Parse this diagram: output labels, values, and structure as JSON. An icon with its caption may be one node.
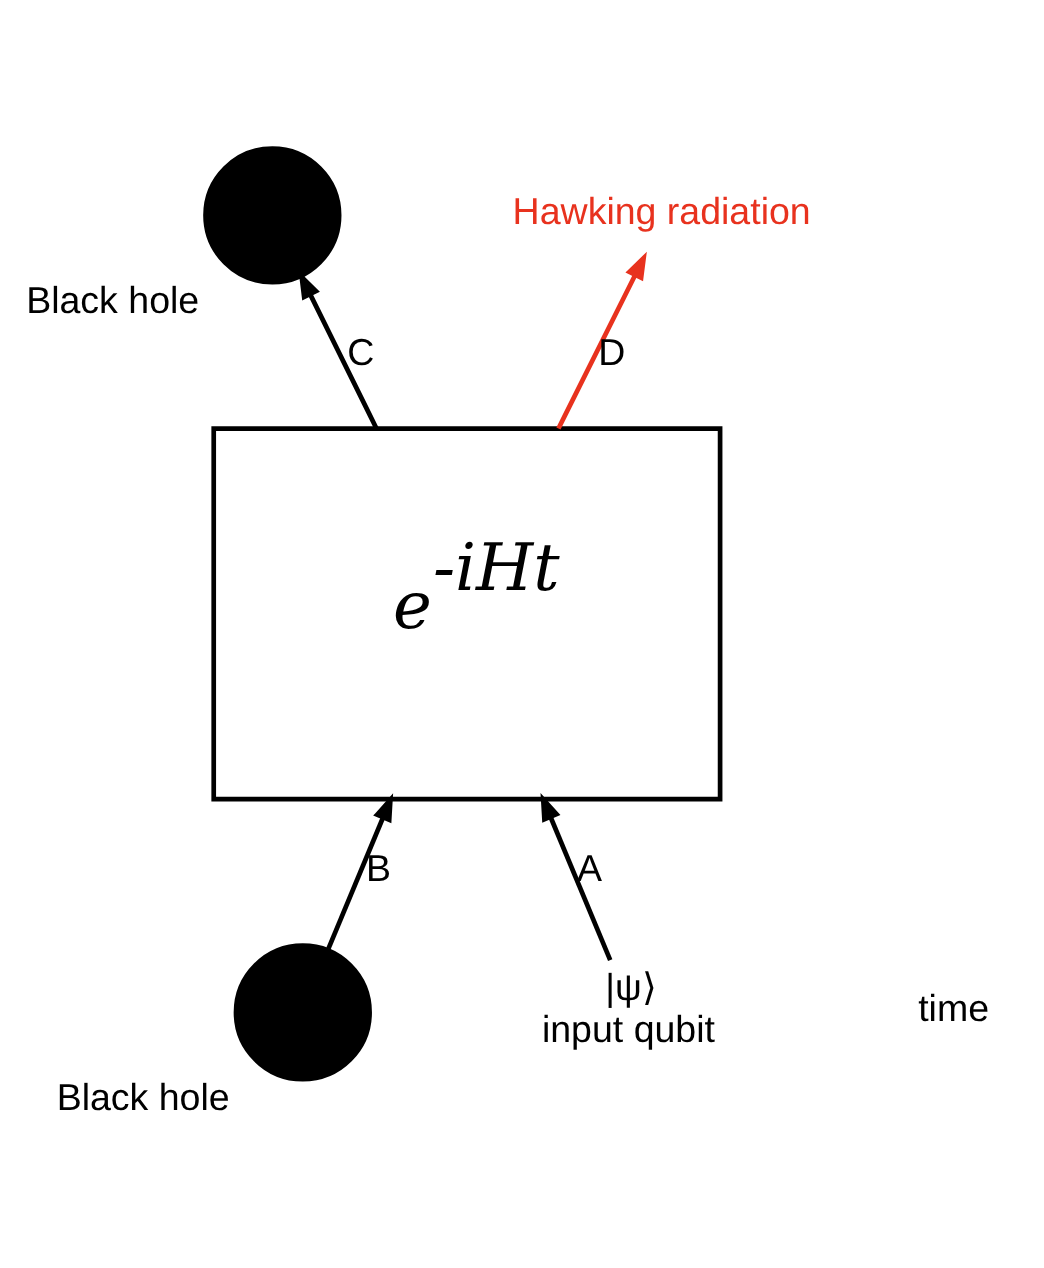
{
  "diagram": {
    "nodes": [
      {
        "text": [
          "Black hole"
        ]
      },
      {
        "text": [
          "Hawking radiation"
        ]
      },
      {
        "text": [
          "e$^{-iHt}$"
        ]
      },
      {
        "text": [
          "Black hole"
        ]
      },
      {
        "text": [
          "|ψ⟩",
          "input qubit"
        ]
      }
    ],
    "edges": [
      {
        "from": 3,
        "to": 2,
        "arrow": "to",
        "label": "B"
      },
      {
        "from": 4,
        "to": 2,
        "arrow": "to",
        "label": "A"
      },
      {
        "from": 2,
        "to": 0,
        "arrow": "to",
        "label": "C"
      },
      {
        "from": 2,
        "to": 1,
        "arrow": "to",
        "label": "D",
        "color": "#e8321e"
      }
    ],
    "labels": [
      "time"
    ]
  }
}
